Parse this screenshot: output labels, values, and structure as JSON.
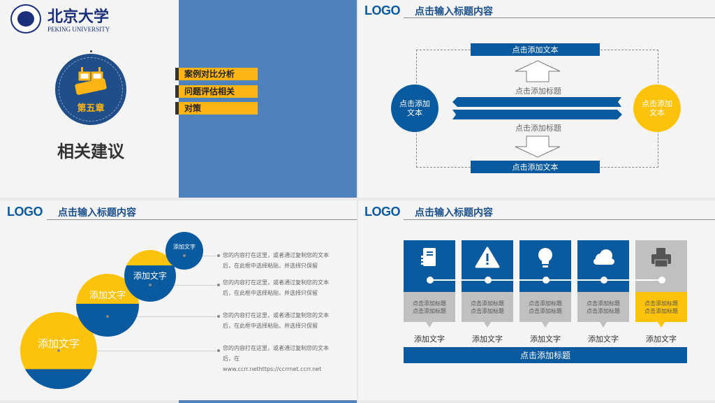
{
  "slide1": {
    "university_cn": "北京大学",
    "university_en": "PEKING UNIVERSITY",
    "chapter": "第五章",
    "title": "相关建议",
    "tabs": [
      "案例对比分析",
      "问题评估相关",
      "对策"
    ],
    "colors": {
      "panel": "#4f81bd",
      "tab": "#fdb515",
      "badge": "#1f4e89"
    }
  },
  "slide2": {
    "logo": "LOGO",
    "title": "点击输入标题内容",
    "top_box": "点击添加文本",
    "bottom_box": "点击添加文本",
    "up_label": "点击添加标题",
    "down_label": "点击添加标题",
    "left_circle": "点击添加文本",
    "right_circle": "点击添加文本"
  },
  "slide3": {
    "logo": "LOGO",
    "title": "点击输入标题内容",
    "circles": [
      "添加文字",
      "添加文字",
      "添加文字",
      "添加文字"
    ],
    "texts": [
      "您的内容打在这里，或者通过复制您的文本后，在此框中选择粘贴，并选择只保留",
      "您的内容打在这里，或者通过复制您的文本后，在此框中选择粘贴，并选择只保留",
      "您的内容打在这里，或者通过复制您的文本后，在此框中选择粘贴，并选择只保留",
      "您的内容打在这里，或者通过复制您的文本后，在 www.ccrr.nethttps://ccrrnet.ccrr.net"
    ]
  },
  "slide4": {
    "logo": "LOGO",
    "title": "点击输入标题内容",
    "columns": [
      {
        "icon": "notebook-icon",
        "subtitle": "点击添加标题 点击添加标题",
        "label": "添加文字"
      },
      {
        "icon": "warning-icon",
        "subtitle": "点击添加标题 点击添加标题",
        "label": "添加文字"
      },
      {
        "icon": "lightbulb-icon",
        "subtitle": "点击添加标题 点击添加标题",
        "label": "添加文字"
      },
      {
        "icon": "cloud-icon",
        "subtitle": "点击添加标题 点击添加标题",
        "label": "添加文字"
      },
      {
        "icon": "printer-icon",
        "subtitle": "点击添加标题 点击添加标题",
        "label": "添加文字"
      }
    ],
    "footer": "点击添加标题"
  }
}
